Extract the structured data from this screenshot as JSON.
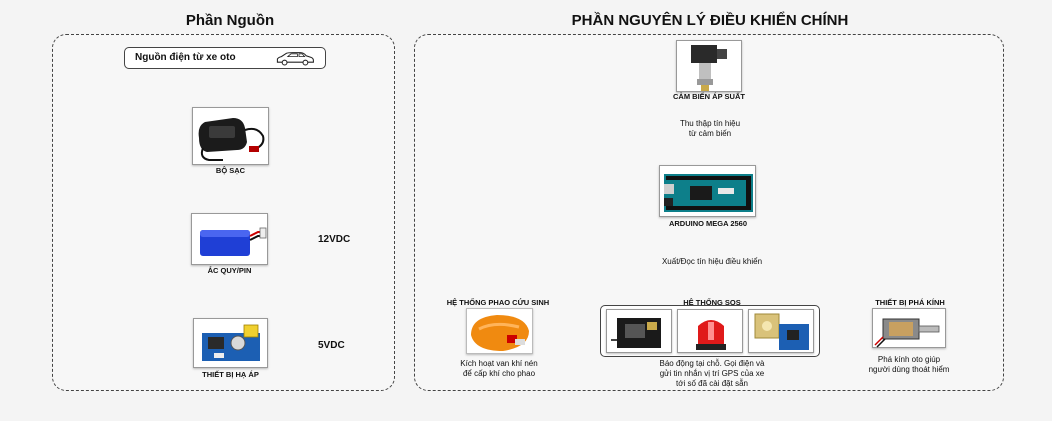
{
  "power": {
    "title": "Phần Nguồn",
    "source_label": "Nguồn điện từ xe oto",
    "charger_label": "BỘ SẠC",
    "battery_label": "ẮC QUY/PIN",
    "battery_voltage": "12VDC",
    "converter_label": "THIẾT BỊ HẠ ÁP",
    "converter_voltage": "5VDC"
  },
  "control": {
    "title": "PHẦN NGUYÊN LÝ ĐIỀU KHIỂN CHÍNH",
    "sensor_label": "CẢM BIẾN ÁP SUẤT",
    "collect_note": [
      "Thu thập tín hiệu",
      "từ cảm biến"
    ],
    "arduino_label": "ARDUINO MEGA 2560",
    "io_note": "Xuất/Đọc tín hiệu điều khiển",
    "float_title": "HỆ THỐNG PHAO CỨU SINH",
    "float_note": [
      "Kích hoạt van khí nén",
      "để cấp khí cho phao"
    ],
    "sos_title": "HỆ THỐNG SOS",
    "sos_note": [
      "Báo động tại chỗ. Gọi điện và",
      "gửi tin nhắn vị trí GPS của xe",
      "tới số đã cài đặt sẵn"
    ],
    "breaker_title": "THIẾT BỊ PHÁ KÍNH",
    "breaker_note": [
      "Phá kính oto giúp",
      "người dùng thoát hiểm"
    ]
  },
  "colors": {
    "line": "#222222",
    "arrow_gray": "#666666",
    "battery_blue": "#1f3fd6",
    "float_orange": "#f08a10",
    "siren_red": "#e01a1a",
    "board_teal": "#0d7f8a",
    "pcb_green": "#3c7a3a"
  }
}
